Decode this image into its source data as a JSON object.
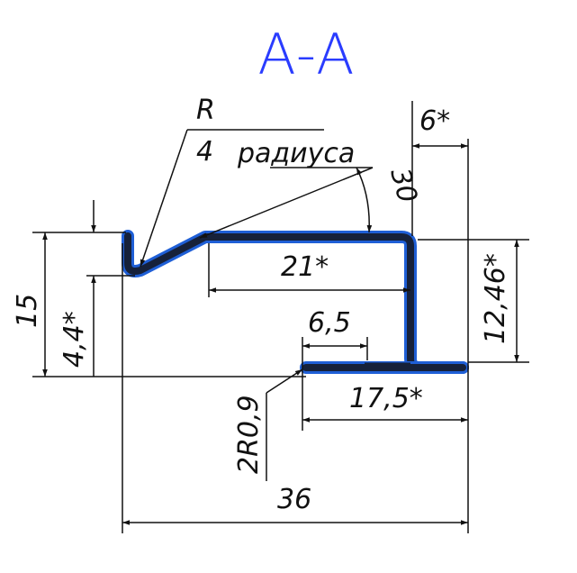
{
  "section": {
    "title": "А-А",
    "title_color": "#2a3cff"
  },
  "profile": {
    "outline_color": "#1f5fd6",
    "fill_color": "#16213a"
  },
  "dimensions": {
    "radius_label_top": "R",
    "radius_value": "4",
    "radius_note": "радиуса",
    "angle": "30",
    "width_top": "6*",
    "height_right": "12,46*",
    "width_mid": "21*",
    "height_total": "15",
    "height_lip": "4,4*",
    "width_step": "6,5",
    "radius_bend": "2R0,9",
    "width_bottom": "17,5*",
    "width_total": "36"
  },
  "colors": {
    "line": "#111111"
  }
}
